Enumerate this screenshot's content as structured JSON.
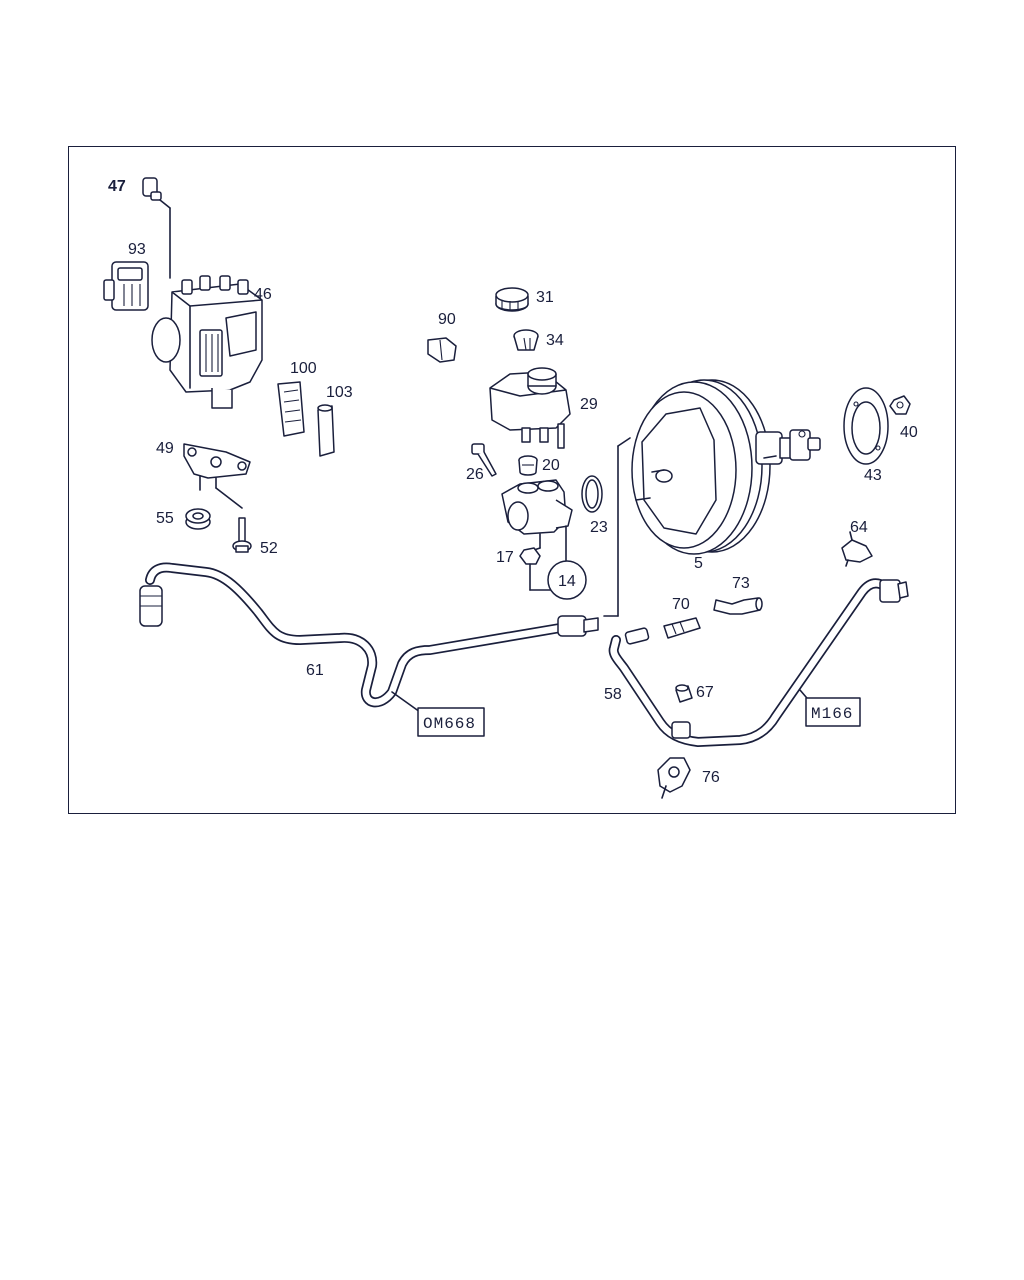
{
  "labels": {
    "p47": "47",
    "p93": "93",
    "p46": "46",
    "p100": "100",
    "p103": "103",
    "p49": "49",
    "p55": "55",
    "p52": "52",
    "p61": "61",
    "p90": "90",
    "p31": "31",
    "p34": "34",
    "p29": "29",
    "p26": "26",
    "p20": "20",
    "p23": "23",
    "p17": "17",
    "p14": "14",
    "p5": "5",
    "p43": "43",
    "p40": "40",
    "p64": "64",
    "p70": "70",
    "p73": "73",
    "p58": "58",
    "p67": "67",
    "p76": "76"
  },
  "engine_tags": {
    "om668": "OM668",
    "m166": "M166"
  },
  "colors": {
    "line": "#1a1f3c",
    "background": "#ffffff"
  }
}
